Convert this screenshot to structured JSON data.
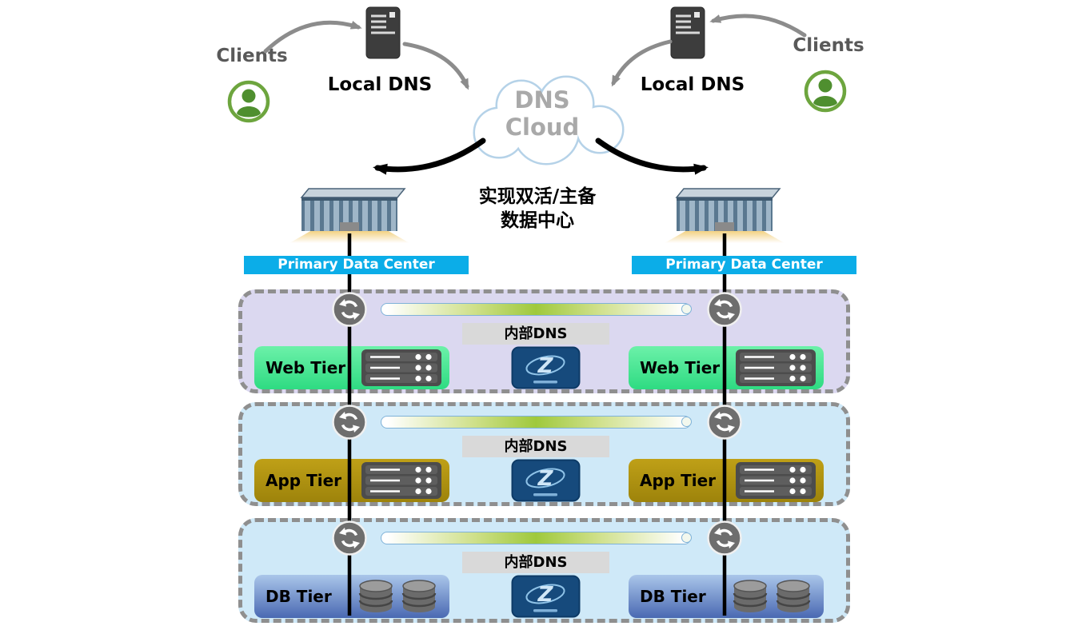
{
  "top": {
    "clients_left": "Clients",
    "clients_right": "Clients",
    "local_dns_left": "Local DNS",
    "local_dns_right": "Local DNS",
    "cloud_line1": "DNS",
    "cloud_line2": "Cloud",
    "caption_line1": "实现双活/主备",
    "caption_line2": "数据中心"
  },
  "datacenters": {
    "left_banner": "Primary Data Center",
    "right_banner": "Primary Data Center"
  },
  "tiers": [
    {
      "left_label": "Web Tier",
      "right_label": "Web Tier",
      "dns_label": "内部DNS",
      "logo": "Z"
    },
    {
      "left_label": "App Tier",
      "right_label": "App Tier",
      "dns_label": "内部DNS",
      "logo": "Z"
    },
    {
      "left_label": "DB Tier",
      "right_label": "DB Tier",
      "dns_label": "内部DNS",
      "logo": "Z"
    }
  ],
  "colors": {
    "banner_cyan": "#0bade8",
    "web_tier_green": "#3fe98c",
    "app_tier_gold": "#ab8e10",
    "db_tier_blue": "#4a69b2",
    "tier1_bg": "#dbd8f0",
    "tier23_bg": "#cfe9f8",
    "dashed_border": "#8f8f8f",
    "cloud_outline": "#b5d2e8",
    "client_green": "#4f8f2f"
  }
}
